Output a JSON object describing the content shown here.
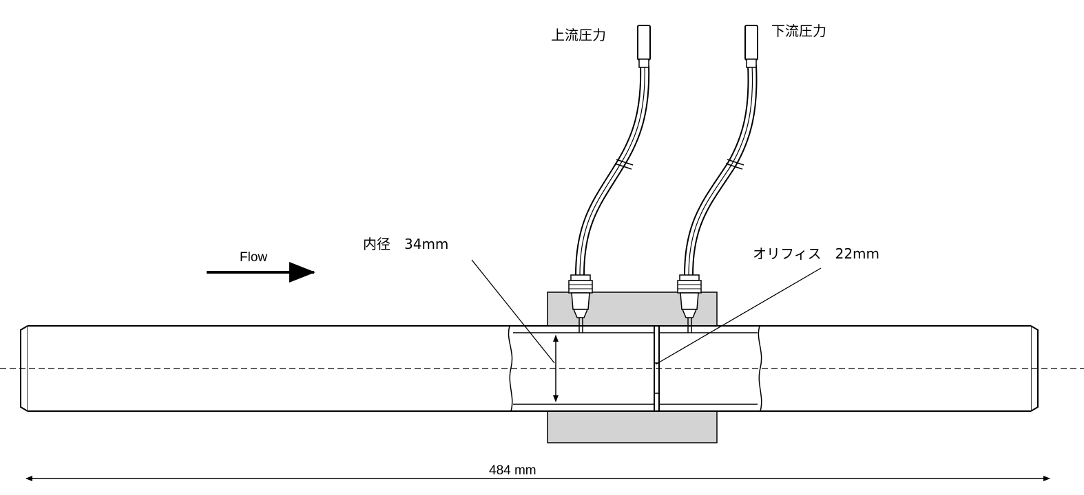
{
  "labels": {
    "upstream_pressure": "上流圧力",
    "downstream_pressure": "下流圧力",
    "inner_diameter": "内径　34mm",
    "orifice": "オリフィス　22mm",
    "flow": "Flow",
    "total_length": "484 mm"
  },
  "colors": {
    "line": "#000000",
    "block_fill": "#d3d3d3",
    "background": "#ffffff"
  }
}
